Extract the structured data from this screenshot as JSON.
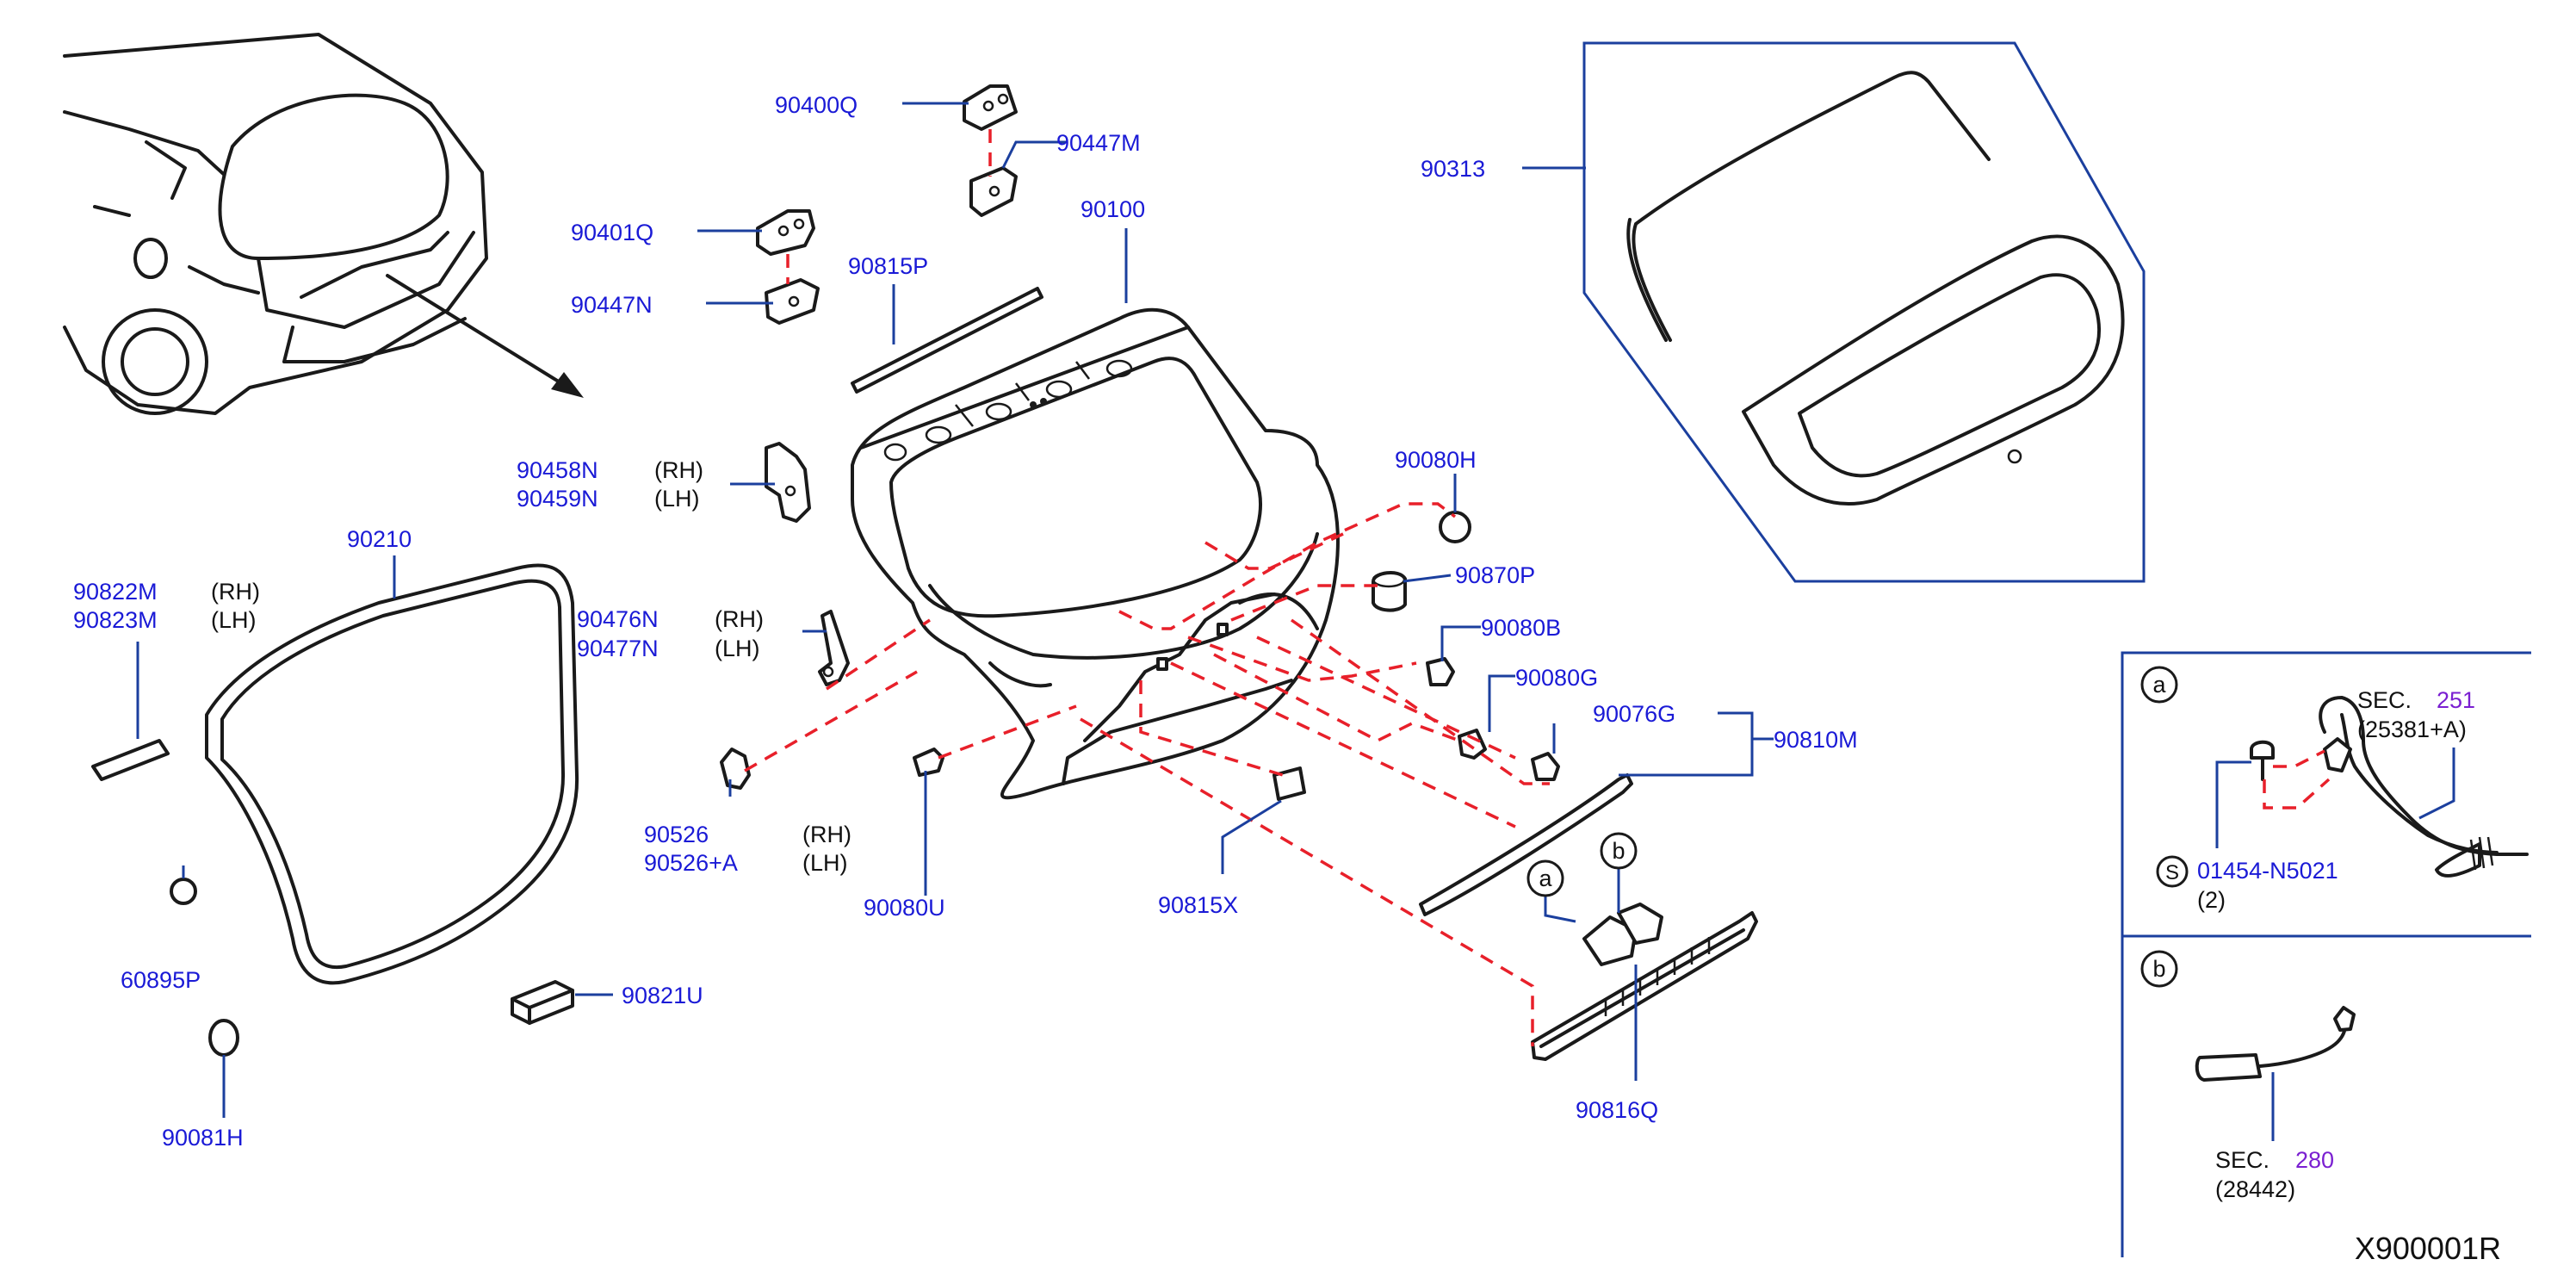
{
  "labels": {
    "p90400Q": "90400Q",
    "p90447M": "90447M",
    "p90401Q": "90401Q",
    "p90447N": "90447N",
    "p90815P": "90815P",
    "p90100": "90100",
    "p90313": "90313",
    "p90458N": "90458N",
    "p90459N": "90459N",
    "p90210": "90210",
    "p90822M": "90822M",
    "p90823M": "90823M",
    "p90476N": "90476N",
    "p90477N": "90477N",
    "p90526": "90526",
    "p90526A": "90526+A",
    "p60895P": "60895P",
    "p90821U": "90821U",
    "p90081H": "90081H",
    "p90080U": "90080U",
    "p90815X": "90815X",
    "p90080H": "90080H",
    "p90870P": "90870P",
    "p90080B": "90080B",
    "p90080G": "90080G",
    "p90076G": "90076G",
    "p90810M": "90810M",
    "p90816Q": "90816Q",
    "p01454N5021": "01454-N5021"
  },
  "side": {
    "rh": "(RH)",
    "lh": "(LH)"
  },
  "callouts": {
    "a": "a",
    "b": "b",
    "s": "S",
    "qty": "(2)"
  },
  "detail_a": {
    "sec": "SEC.",
    "sec_num": "251",
    "sub": "(25381+A)"
  },
  "detail_b": {
    "sec": "SEC.",
    "sec_num": "280",
    "sub": "(28442)"
  },
  "diagram_code": "X900001R",
  "colors": {
    "part_number": "#1a1ad6",
    "leader": "#1b3f9e",
    "dashed_link": "#e8202a",
    "section_number": "#7a1fd1"
  }
}
